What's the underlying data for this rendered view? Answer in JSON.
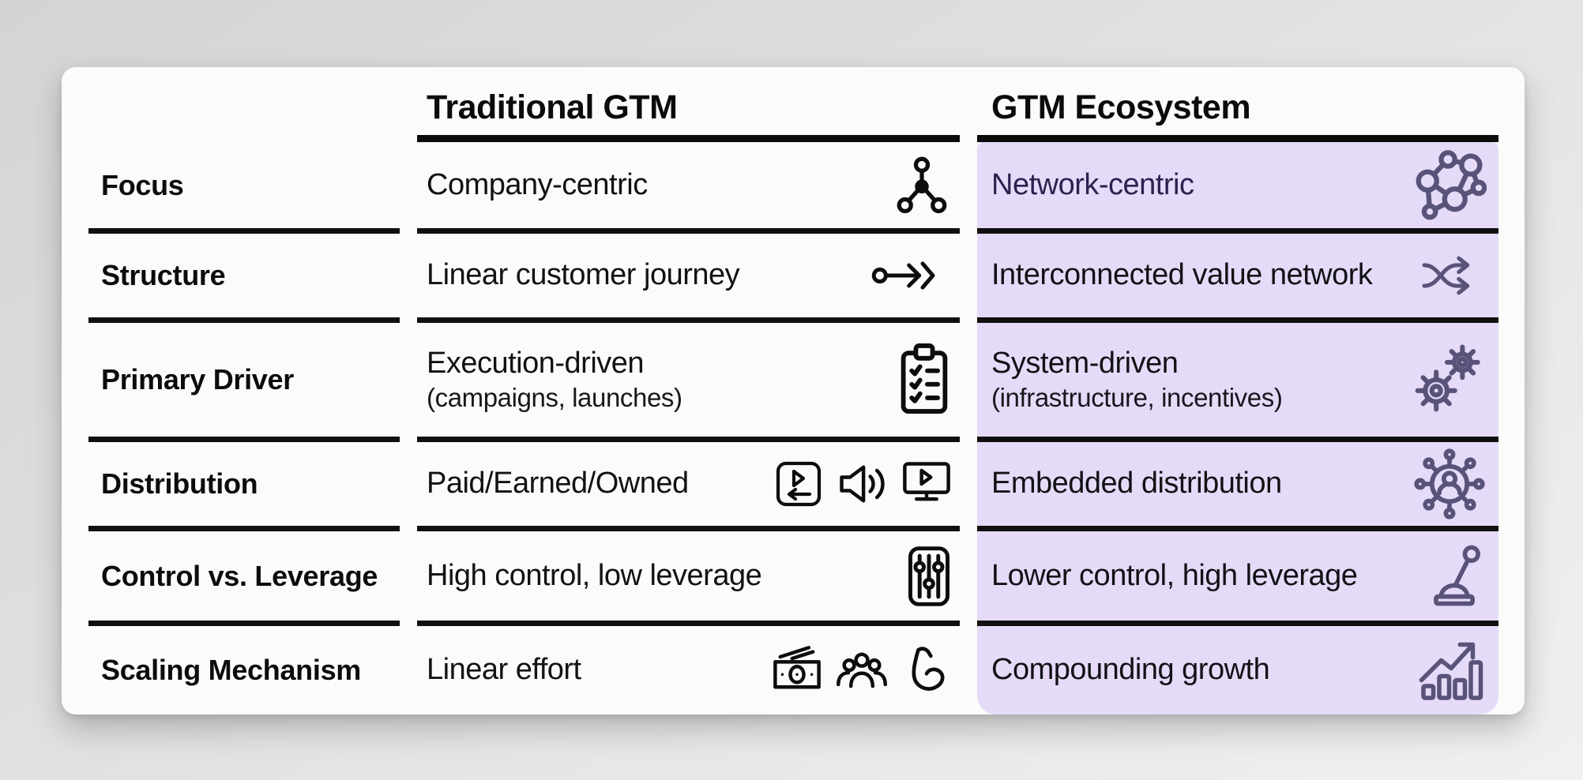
{
  "table": {
    "header": {
      "traditional": "Traditional GTM",
      "ecosystem": "GTM Ecosystem"
    },
    "rows": [
      {
        "label": "Focus",
        "traditional": {
          "text": "Company-centric",
          "icons": [
            "hub-network"
          ]
        },
        "ecosystem": {
          "text": "Network-centric",
          "text_color": "#2e2150",
          "icons": [
            "mesh-network"
          ]
        }
      },
      {
        "label": "Structure",
        "traditional": {
          "text": "Linear customer journey",
          "icons": [
            "arrow-journey"
          ]
        },
        "ecosystem": {
          "text": "Interconnected value network",
          "icons": [
            "shuffle"
          ]
        }
      },
      {
        "label": "Primary Driver",
        "traditional": {
          "text": "Execution-driven",
          "subtext": "(campaigns, launches)",
          "icons": [
            "clipboard-checklist"
          ]
        },
        "ecosystem": {
          "text": "System-driven",
          "subtext": "(infrastructure, incentives)",
          "icons": [
            "gears"
          ]
        }
      },
      {
        "label": "Distribution",
        "traditional": {
          "text": "Paid/Earned/Owned",
          "icons": [
            "video-ad",
            "megaphone",
            "monitor-play"
          ]
        },
        "ecosystem": {
          "text": "Embedded distribution",
          "icons": [
            "person-network"
          ]
        }
      },
      {
        "label": "Control vs. Leverage",
        "traditional": {
          "text": "High control, low leverage",
          "icons": [
            "sliders"
          ]
        },
        "ecosystem": {
          "text": "Lower control, high leverage",
          "icons": [
            "lever"
          ]
        }
      },
      {
        "label": "Scaling Mechanism",
        "traditional": {
          "text": "Linear effort",
          "icons": [
            "money-bill",
            "people-group",
            "muscle-arm"
          ]
        },
        "ecosystem": {
          "text": "Compounding growth",
          "icons": [
            "growth-chart"
          ]
        }
      }
    ]
  },
  "colors": {
    "ecosystem_bg": "#e5dbf8",
    "ecosystem_icon": "#595379",
    "ecosystem_accent_text": "#2e2150",
    "separator": "#101010",
    "card_bg": "#fbfbfa"
  }
}
